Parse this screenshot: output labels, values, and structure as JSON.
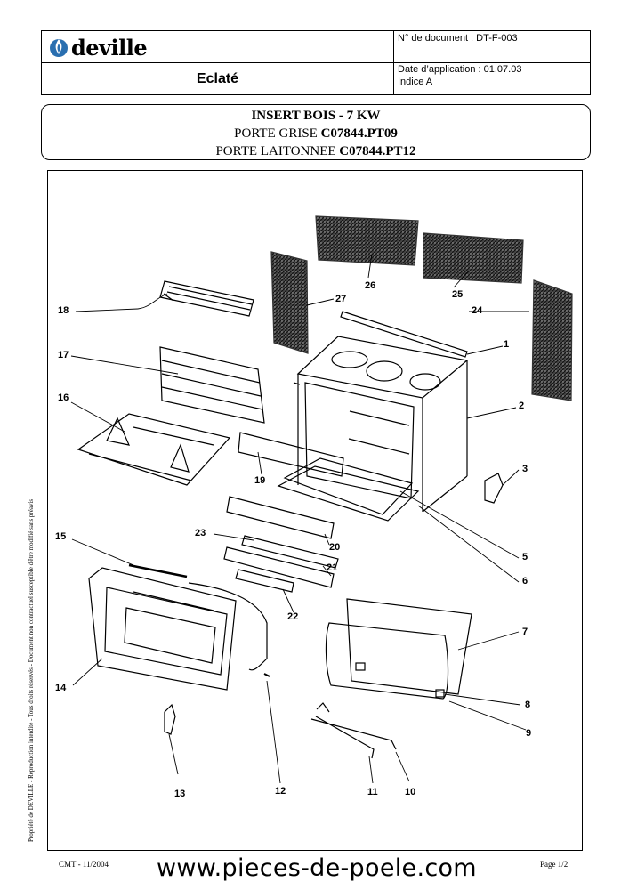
{
  "header": {
    "brand": "deville",
    "doc_number": "N° de document : DT-F-003",
    "doc_title": "Eclaté",
    "date_application": "Date d’application : 01.07.03",
    "indice": "Indice A"
  },
  "title_box": {
    "line1": "INSERT BOIS - 7 KW",
    "line2_label": "PORTE GRISE ",
    "line2_code": "C07844.PT09",
    "line3_label": "PORTE LAITONNEE ",
    "line3_code": "C07844.PT12"
  },
  "callouts": {
    "c1": "1",
    "c2": "2",
    "c3": "3",
    "c5": "5",
    "c6": "6",
    "c7": "7",
    "c8": "8",
    "c9": "9",
    "c10": "10",
    "c11": "11",
    "c12": "12",
    "c13": "13",
    "c14": "14",
    "c15": "15",
    "c16": "16",
    "c17": "17",
    "c18": "18",
    "c19": "19",
    "c20": "20",
    "c21": "21",
    "c22": "22",
    "c23": "23",
    "c24": "24",
    "c25": "25",
    "c26": "26",
    "c27": "27"
  },
  "side_note": "Propriété de DEVILLE  -  Reproduction interdite - Tous droits réservés - Document non contractuel susceptible d'être modifié sans préavis",
  "footer": {
    "left": "CMT - 11/2004",
    "center": "www.pieces-de-poele.com",
    "right": "Page 1/2"
  },
  "colors": {
    "ink": "#000000",
    "logo_blue": "#2a6fb0"
  }
}
